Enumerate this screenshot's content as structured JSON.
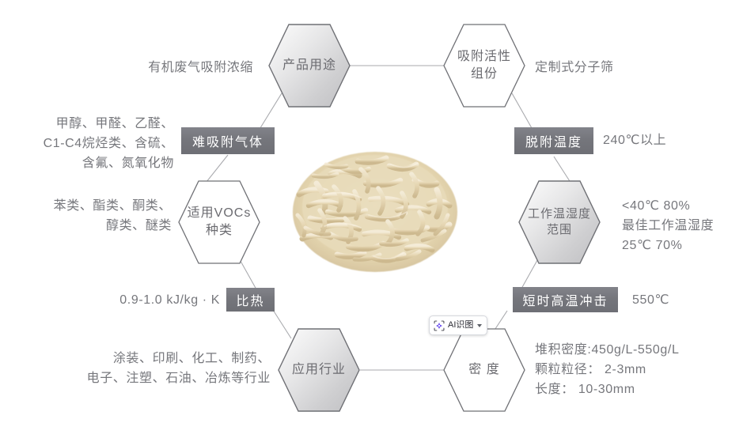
{
  "nodes": [
    {
      "id": "product-use",
      "label": "产品用途",
      "style": "filled"
    },
    {
      "id": "active-component",
      "label": "吸附活性\n组份",
      "style": "outline"
    },
    {
      "id": "voc-types",
      "label": "适用VOCs\n种类",
      "style": "outline"
    },
    {
      "id": "temp-humidity",
      "label": "工作温湿度\n范围",
      "style": "filled"
    },
    {
      "id": "industries",
      "label": "应用行业",
      "style": "filled"
    },
    {
      "id": "density",
      "label": "密 度",
      "style": "outline"
    }
  ],
  "tags": [
    {
      "id": "hard-adsorb-gas",
      "label": "难吸附气体"
    },
    {
      "id": "desorb-temp",
      "label": "脱附温度"
    },
    {
      "id": "specific-heat",
      "label": "比热"
    },
    {
      "id": "high-temp-impact",
      "label": "短时高温冲击"
    }
  ],
  "side_texts": {
    "product_use_value": "有机废气吸附浓缩",
    "active_component_value": "定制式分子筛",
    "hard_adsorb_gas_value": "甲醇、甲醛、乙醛、\nC1-C4烷烃类、含硫、\n含氟、氮氧化物",
    "desorb_temp_value": "240℃以上",
    "voc_types_value": "苯类、酯类、酮类、\n醇类、醚类",
    "temp_humidity_value": "<40℃ 80%\n最佳工作温湿度\n25℃ 70%",
    "specific_heat_value": "0.9-1.0 kJ/kg · K",
    "high_temp_impact_value": "550℃",
    "industries_value": "涂装、印刷、化工、制药、\n电子、注塑、石油、冶炼等行业",
    "density_value": "堆积密度:450g/L-550g/L\n颗粒粒径： 2-3mm\n长度： 10-30mm"
  },
  "ai_widget": {
    "label": "AI识图",
    "icon": "ai-scan-icon",
    "caret": "chevron-down-icon"
  },
  "center_image": {
    "name": "molecular-sieve-pellets-photo",
    "alt": "米色分子筛条状颗粒堆"
  },
  "colors": {
    "text_gray": "#76777c",
    "hex_stroke": "#6f7075",
    "tag_bg": "#75767c",
    "tag_text": "#ffffff",
    "link_line": "#a9aaae",
    "pellet": "#e4d5b4",
    "accent_ai": "#6b4ff0"
  }
}
